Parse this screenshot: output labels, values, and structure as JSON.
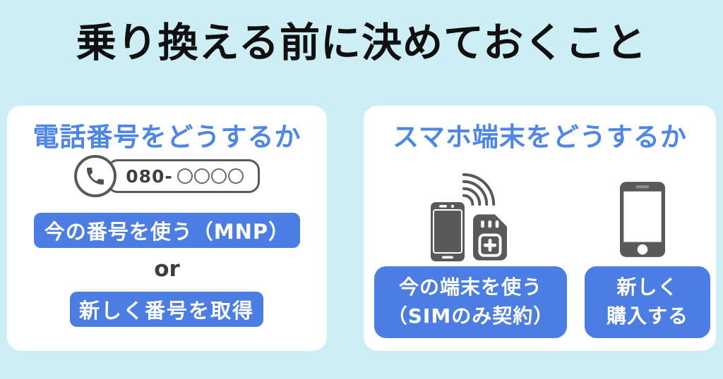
{
  "title": "乗り換える前に決めておくこと",
  "colors": {
    "background": "#cdeef5",
    "panel": "#ffffff",
    "heading_blue": "#4d86e8",
    "button_blue": "#4b7de2",
    "icon_gray": "#595959",
    "title_black": "#101010"
  },
  "phone_number_panel": {
    "title": "電話番号をどうするか",
    "illustration": {
      "icon": "phone-handset-icon",
      "number_prefix": "080-",
      "masked_digits": 4
    },
    "option_keep": "今の番号を使う（MNP）",
    "separator": "or",
    "option_new": "新しく番号を取得"
  },
  "device_panel": {
    "title": "スマホ端末をどうするか",
    "icons": [
      "smartphone-with-signal-and-sim-icon",
      "new-smartphone-icon"
    ],
    "option_keep": "今の端末を使う\n（SIMのみ契約）",
    "option_new": "新しく\n購入する"
  }
}
